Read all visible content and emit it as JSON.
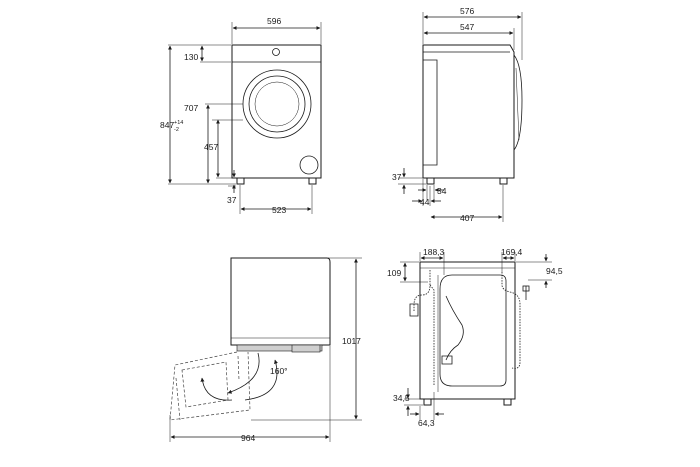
{
  "front_view": {
    "width": "596",
    "top_offset": "130",
    "door_center_height": "707",
    "height_max": "847",
    "height_tol_plus": "+14",
    "height_tol_minus": "-2",
    "door_bottom_height": "457",
    "foot_height": "37",
    "foot_spacing": "523"
  },
  "side_view": {
    "depth_total": "576",
    "depth_body": "547",
    "foot_height": "37",
    "foot_width": "34",
    "foot_offset": "44",
    "foot_to_front": "407"
  },
  "door_view": {
    "total_height": "1017",
    "door_angle": "160°",
    "total_depth": "964"
  },
  "rear_view": {
    "left_offset": "188,3",
    "right_offset": "169,4",
    "top_left": "109",
    "top_right": "94,5",
    "bottom_height": "34,5",
    "bottom_offset": "64,3"
  }
}
